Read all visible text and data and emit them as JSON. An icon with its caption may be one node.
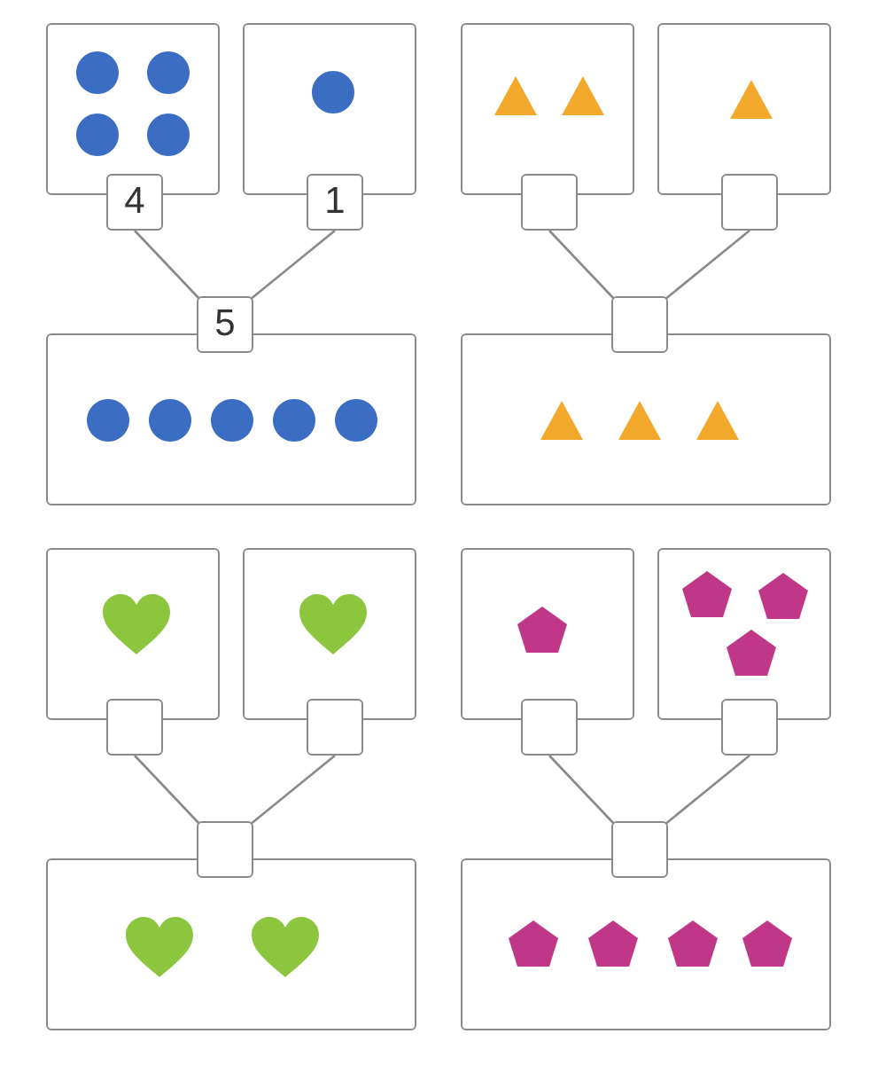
{
  "diagram": {
    "nodes": [
      {
        "text": [],
        "shape": "picture"
      },
      {
        "text": [],
        "shape": "picture"
      },
      {
        "text": [
          "4"
        ]
      },
      {
        "text": [
          "1"
        ]
      },
      {
        "text": [
          "5"
        ]
      },
      {
        "text": [],
        "shape": "picture"
      },
      {
        "text": [],
        "shape": "picture"
      },
      {
        "text": [],
        "shape": "picture"
      },
      {
        "text": [],
        "shape": "box"
      },
      {
        "text": [],
        "shape": "box"
      },
      {
        "text": [],
        "shape": "box"
      },
      {
        "text": [],
        "shape": "picture"
      },
      {
        "text": [],
        "shape": "picture"
      },
      {
        "text": [],
        "shape": "picture"
      },
      {
        "text": [],
        "shape": "box"
      },
      {
        "text": [],
        "shape": "box"
      },
      {
        "text": [],
        "shape": "box"
      },
      {
        "text": [],
        "shape": "picture"
      },
      {
        "text": [],
        "shape": "picture"
      },
      {
        "text": [],
        "shape": "picture"
      },
      {
        "text": [],
        "shape": "box"
      },
      {
        "text": [],
        "shape": "box"
      },
      {
        "text": [],
        "shape": "box"
      },
      {
        "text": [],
        "shape": "picture"
      }
    ],
    "edges": [
      {
        "from": 2,
        "to": 4,
        "arrow": "none"
      },
      {
        "from": 3,
        "to": 4,
        "arrow": "none"
      },
      {
        "from": 8,
        "to": 10,
        "arrow": "none"
      },
      {
        "from": 9,
        "to": 10,
        "arrow": "none"
      },
      {
        "from": 14,
        "to": 16,
        "arrow": "none"
      },
      {
        "from": 15,
        "to": 16,
        "arrow": "none"
      },
      {
        "from": 20,
        "to": 22,
        "arrow": "none"
      },
      {
        "from": 21,
        "to": 22,
        "arrow": "none"
      }
    ]
  }
}
